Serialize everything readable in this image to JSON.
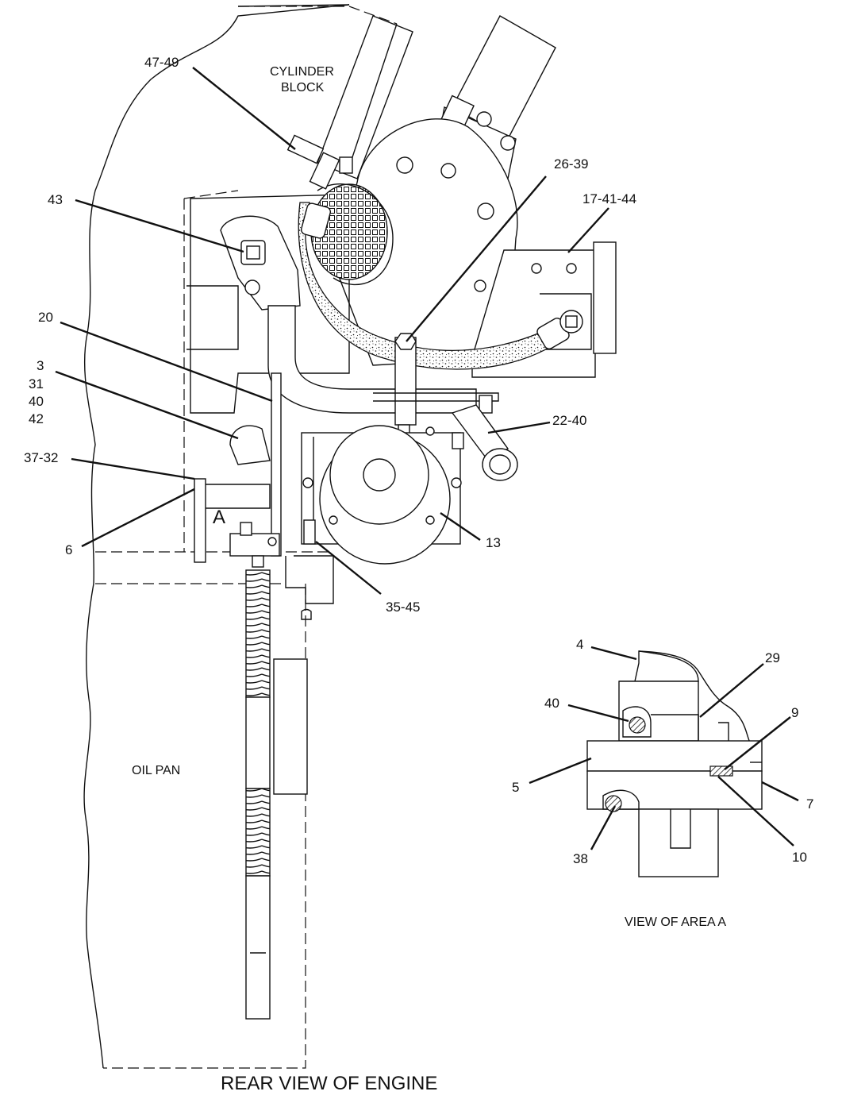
{
  "callouts": {
    "c47_49": "47-49",
    "c43": "43",
    "c26_39": "26-39",
    "c17_41_44": "17-41-44",
    "c20": "20",
    "c3": "3",
    "c31": "31",
    "c40": "40",
    "c42": "42",
    "c37_32": "37-32",
    "c6": "6",
    "c22_40": "22-40",
    "c13": "13",
    "c35_45": "35-45"
  },
  "detail_callouts": {
    "d4": "4",
    "d29": "29",
    "d40": "40",
    "d9": "9",
    "d5": "5",
    "d7": "7",
    "d10": "10",
    "d38": "38"
  },
  "labels": {
    "cylinder_block_line1": "CYLINDER",
    "cylinder_block_line2": "BLOCK",
    "oil_pan": "OIL PAN",
    "area_marker": "A",
    "view_of_area_a": "VIEW OF AREA A",
    "rear_view_title": "REAR VIEW OF ENGINE"
  }
}
